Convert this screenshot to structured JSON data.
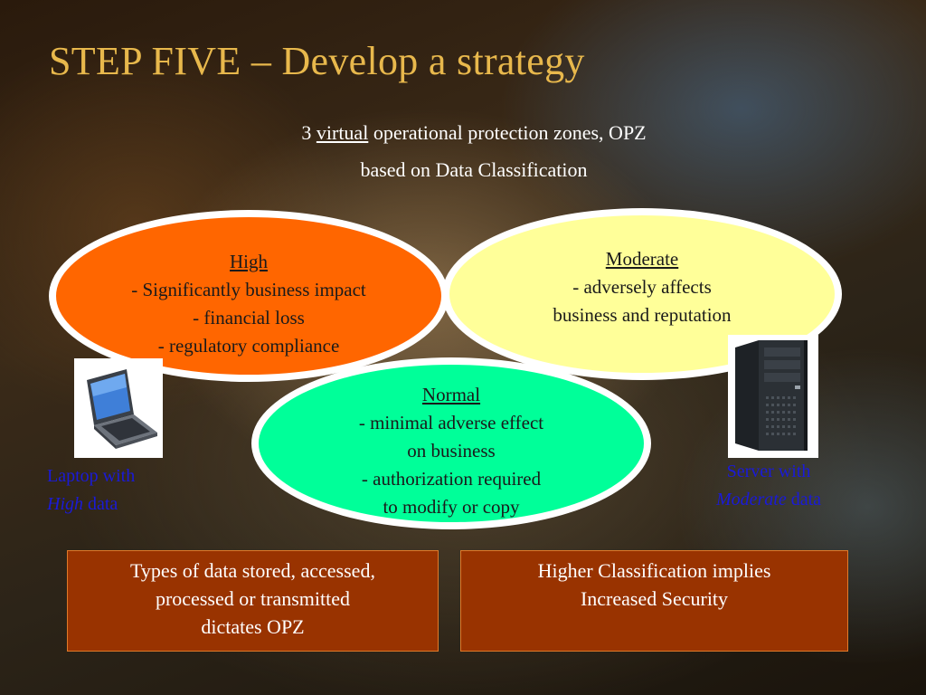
{
  "slide": {
    "title": "STEP FIVE – Develop a strategy",
    "subtitle": {
      "line1_prefix": "3 ",
      "line1_virtual": "virtual",
      "line1_suffix": " operational protection zones, OPZ",
      "line2": "based on Data Classification"
    },
    "zones": {
      "high": {
        "heading": "High",
        "lines": [
          "- Significantly business impact",
          "- financial loss",
          "- regulatory compliance"
        ],
        "color": "#ff6600"
      },
      "moderate": {
        "heading": "Moderate",
        "lines": [
          "- adversely affects",
          "business and reputation"
        ],
        "color": "#ffff99"
      },
      "normal": {
        "heading": "Normal",
        "lines": [
          "- minimal adverse effect",
          "on business",
          "- authorization required",
          "to modify or copy"
        ],
        "color": "#00ff99"
      }
    },
    "laptop_caption": {
      "line1": "Laptop with",
      "line2_italic": "High",
      "line2_rest": " data"
    },
    "server_caption": {
      "line1": "Server with",
      "line2_italic": "Moderate",
      "line2_rest": " data"
    },
    "boxes": {
      "left": [
        "Types of data stored, accessed,",
        "processed or transmitted",
        "dictates OPZ"
      ],
      "right": [
        "Higher Classification implies",
        "Increased Security"
      ]
    },
    "icons": {
      "laptop": "laptop-icon",
      "server": "server-tower-icon"
    },
    "colors": {
      "title": "#e8b84c",
      "box_fill": "#993300",
      "caption": "#1a1ad8"
    }
  }
}
